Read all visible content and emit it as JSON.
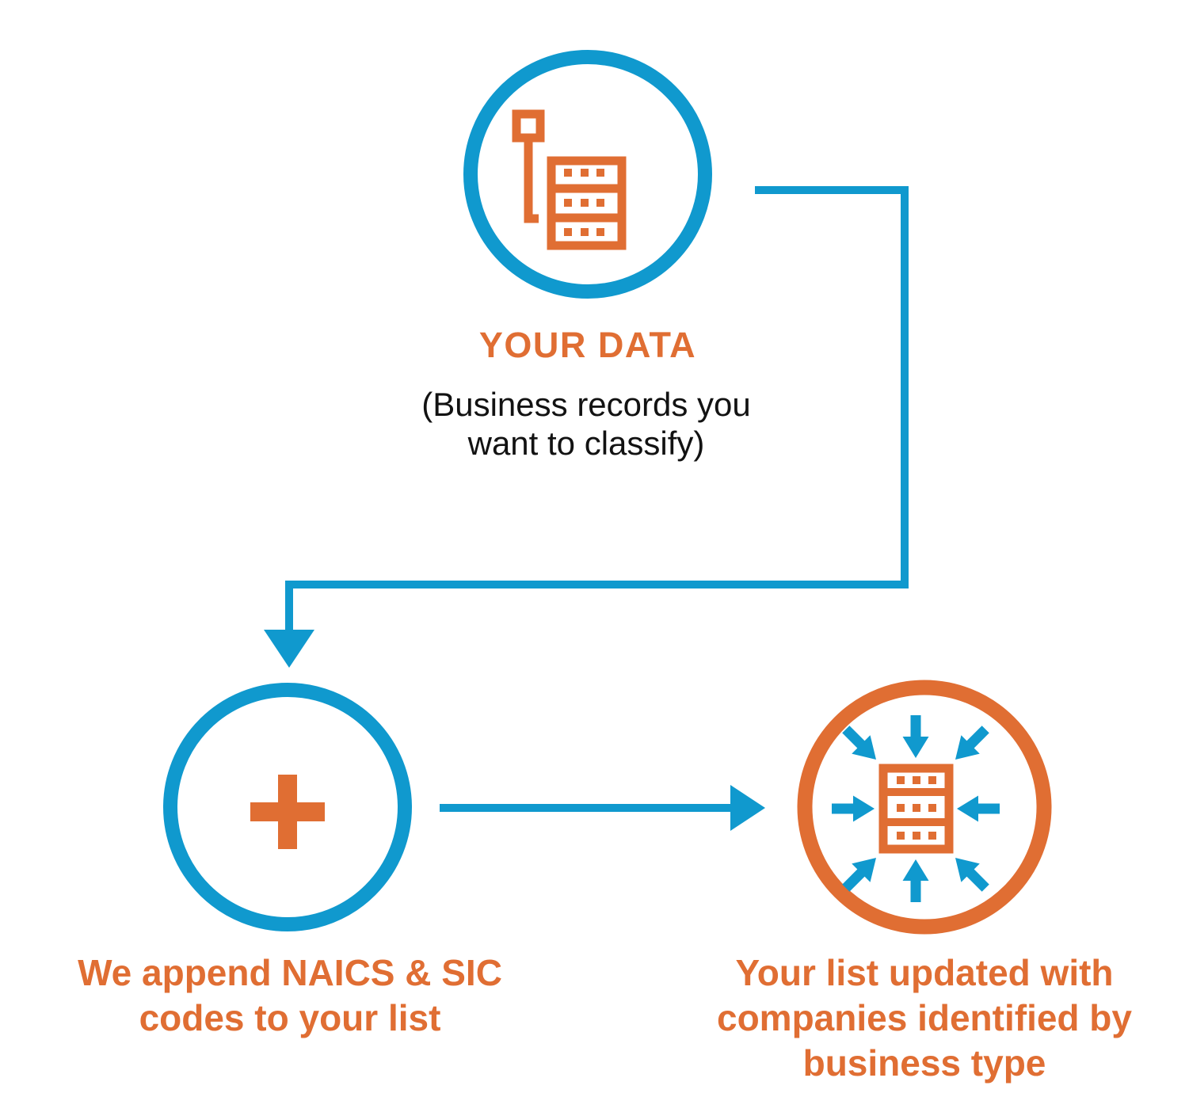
{
  "colors": {
    "blue": "#1099ce",
    "orange": "#e06e33",
    "text": "#121212",
    "background": "#ffffff"
  },
  "top_node": {
    "icon": "database-with-pin-icon",
    "title": "YOUR DATA",
    "subtitle_lines": [
      "(Business records you",
      "want to classify)"
    ]
  },
  "left_node": {
    "icon": "plus-icon",
    "caption_lines": [
      "We append NAICS & SIC",
      "codes to your list"
    ]
  },
  "right_node": {
    "icon": "database-converging-arrows-icon",
    "caption_lines": [
      "Your list updated with",
      "companies identified by",
      "business type"
    ]
  },
  "connectors": [
    "elbow-arrow-from-your-data-to-append",
    "straight-arrow-from-append-to-result"
  ]
}
